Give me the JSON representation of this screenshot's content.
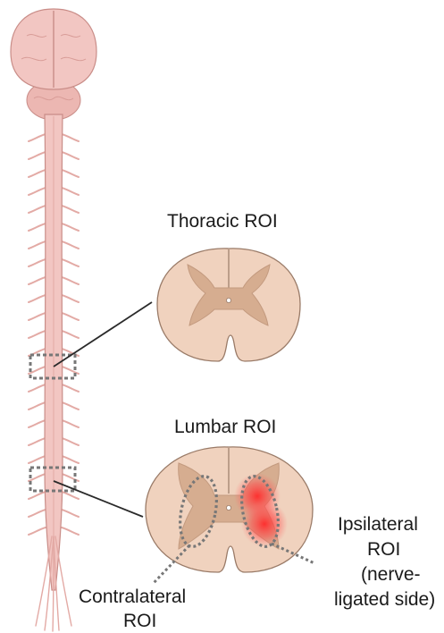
{
  "labels": {
    "thoracic": "Thoracic ROI",
    "lumbar": "Lumbar ROI",
    "contralateral_line1": "Contralateral",
    "contralateral_line2": "ROI",
    "ipsilateral_line1": "Ipsilateral",
    "ipsilateral_line2": "ROI",
    "ipsilateral_line3": "(nerve-",
    "ipsilateral_line4": "ligated side)"
  },
  "colors": {
    "tissue": "#f2c6c2",
    "tissue_edge": "#c98d88",
    "section_white_matter": "#f0d2be",
    "section_grey_matter": "#d6ad90",
    "section_edge": "#9a7b68",
    "roi_dotted": "#777777",
    "inflammation": "#ff3b3b",
    "leader_line": "#2a2a2a"
  }
}
